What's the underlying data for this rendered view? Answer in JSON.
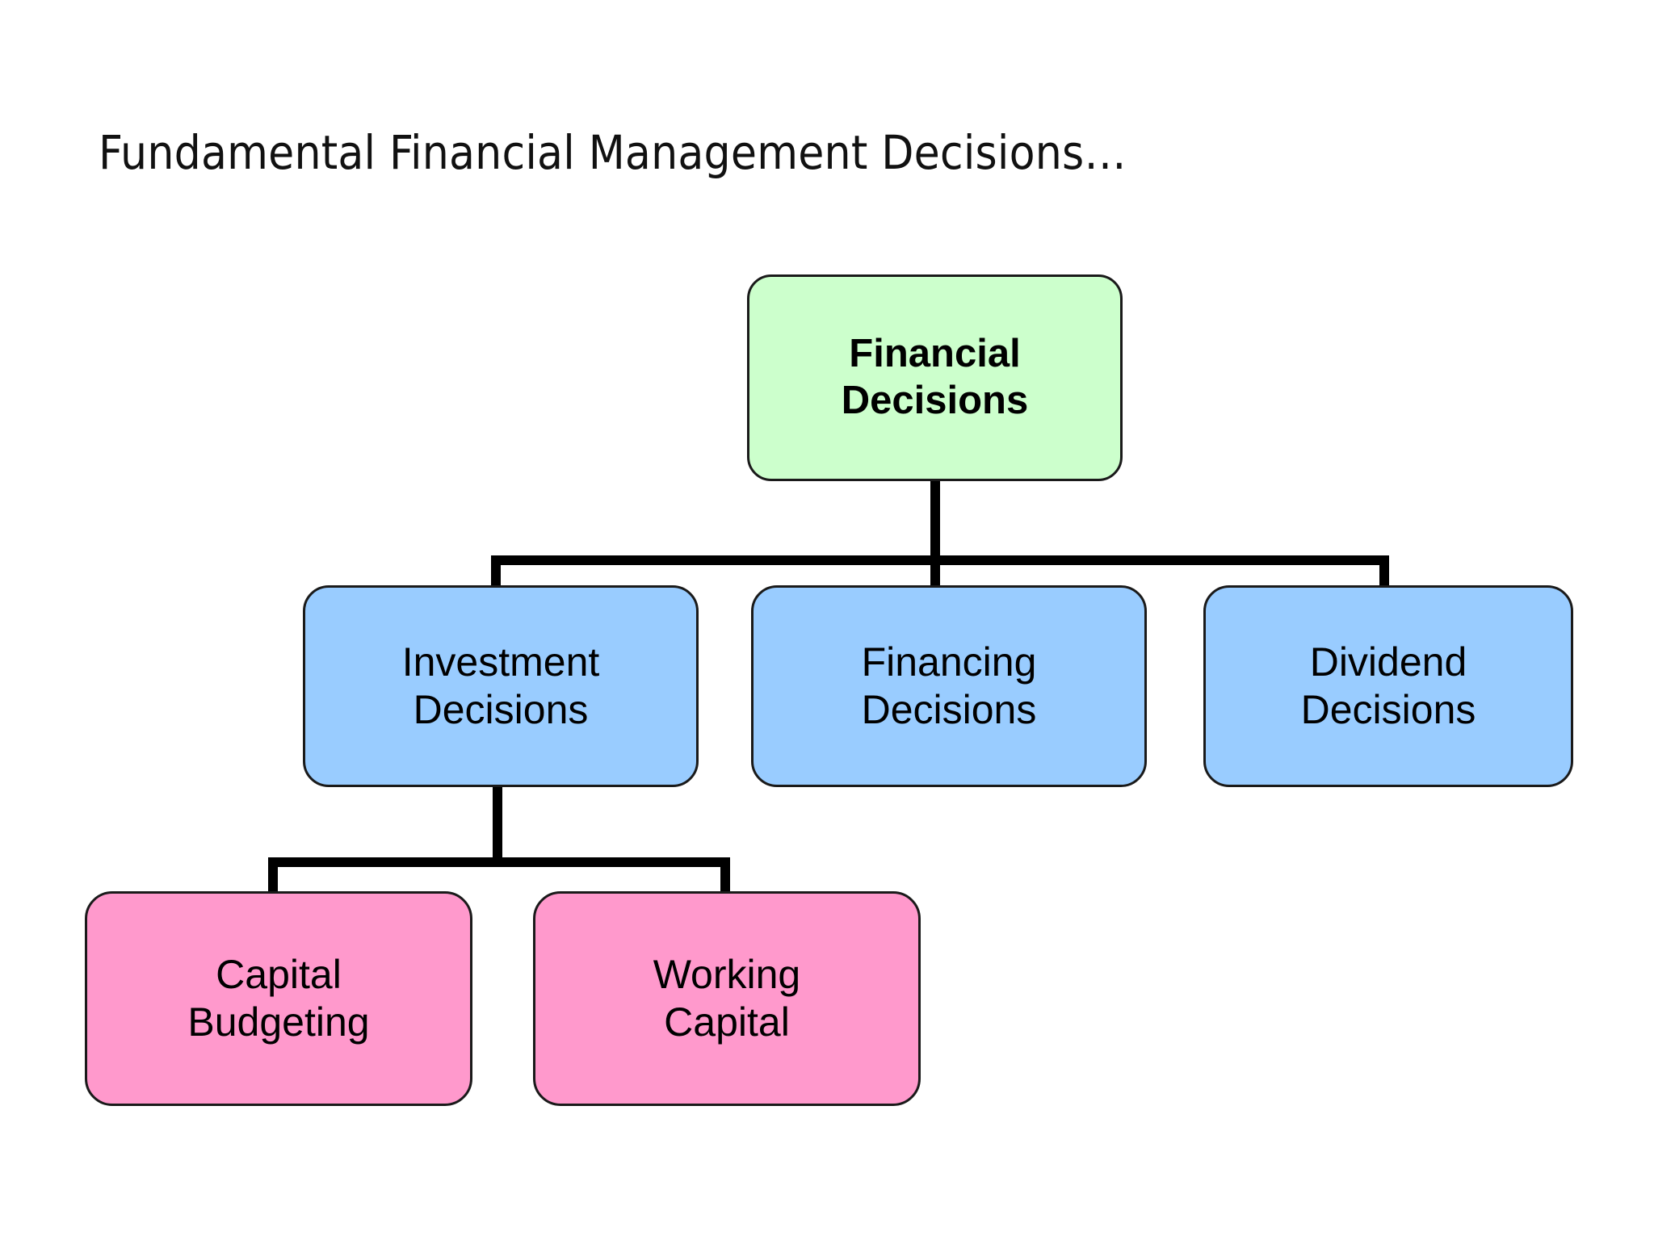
{
  "slide": {
    "title": "Fundamental Financial Management Decisions…",
    "background_color": "#ffffff"
  },
  "colors": {
    "root_fill": "#ccffcc",
    "level2_fill": "#99ccff",
    "level3_fill": "#ff99cc",
    "outline": "#1a1a1a",
    "connector": "#000000",
    "text": "#000000",
    "title_text": "#111111"
  },
  "chart_data": {
    "type": "diagram",
    "diagram_type": "org-chart",
    "title": "Fundamental Financial Management Decisions…",
    "nodes": [
      {
        "id": "financial-decisions",
        "label": "Financial\nDecisions",
        "level": 1,
        "fill": "#ccffcc",
        "bold": true
      },
      {
        "id": "investment-decisions",
        "label": "Investment\nDecisions",
        "level": 2,
        "fill": "#99ccff",
        "bold": false
      },
      {
        "id": "financing-decisions",
        "label": "Financing\nDecisions",
        "level": 2,
        "fill": "#99ccff",
        "bold": false
      },
      {
        "id": "dividend-decisions",
        "label": "Dividend\nDecisions",
        "level": 2,
        "fill": "#99ccff",
        "bold": false
      },
      {
        "id": "capital-budgeting",
        "label": "Capital\nBudgeting",
        "level": 3,
        "fill": "#ff99cc",
        "bold": false
      },
      {
        "id": "working-capital",
        "label": "Working\nCapital",
        "level": 3,
        "fill": "#ff99cc",
        "bold": false
      }
    ],
    "edges": [
      {
        "from": "financial-decisions",
        "to": "investment-decisions"
      },
      {
        "from": "financial-decisions",
        "to": "financing-decisions"
      },
      {
        "from": "financial-decisions",
        "to": "dividend-decisions"
      },
      {
        "from": "investment-decisions",
        "to": "capital-budgeting"
      },
      {
        "from": "investment-decisions",
        "to": "working-capital"
      }
    ]
  },
  "nodes": {
    "root": {
      "label": "Financial\nDecisions"
    },
    "investment": {
      "label": "Investment\nDecisions"
    },
    "financing": {
      "label": "Financing\nDecisions"
    },
    "dividend": {
      "label": "Dividend\nDecisions"
    },
    "capital_budgeting": {
      "label": "Capital\nBudgeting"
    },
    "working_capital": {
      "label": "Working\nCapital"
    }
  }
}
